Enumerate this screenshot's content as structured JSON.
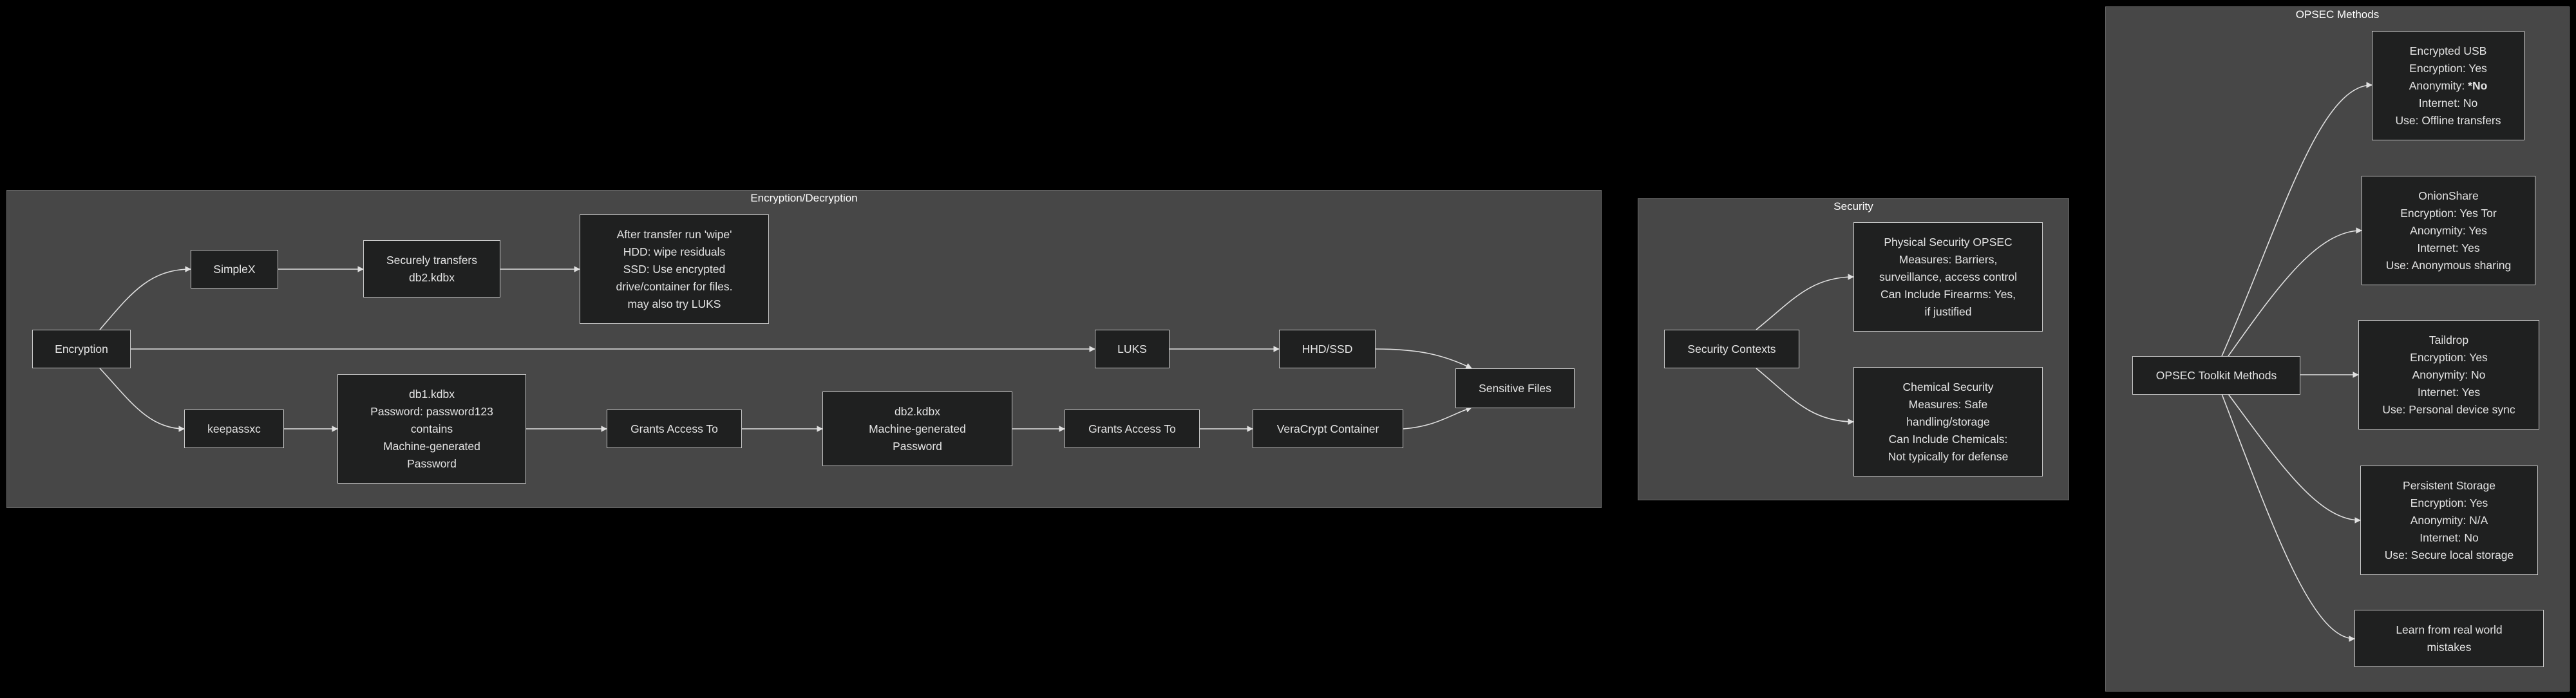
{
  "clusters": {
    "encryption": "Encryption/Decryption",
    "security": "Security",
    "opsec": "OPSEC Methods"
  },
  "nodes": {
    "encryption": [
      "Encryption"
    ],
    "simplex": [
      "SimpleX"
    ],
    "securely_transfers": [
      "Securely transfers",
      "db2.kdbx"
    ],
    "after_transfer": [
      "After transfer run 'wipe'",
      "HDD: wipe residuals",
      "SSD: Use encrypted",
      "drive/container for files.",
      "may also try LUKS"
    ],
    "luks": [
      "LUKS"
    ],
    "hhd_ssd": [
      "HHD/SSD"
    ],
    "sensitive_files": [
      "Sensitive Files"
    ],
    "keepassxc": [
      "keepassxc"
    ],
    "db1": [
      "db1.kdbx",
      "Password: password123",
      "contains",
      "Machine-generated",
      "Password"
    ],
    "grants1": [
      "Grants Access To"
    ],
    "db2": [
      "db2.kdbx",
      "Machine-generated",
      "Password"
    ],
    "grants2": [
      "Grants Access To"
    ],
    "veracrypt": [
      "VeraCrypt Container"
    ],
    "security_contexts": [
      "Security Contexts"
    ],
    "physical_security": [
      "Physical Security OPSEC",
      "Measures: Barriers,",
      "surveillance, access control",
      "Can Include Firearms: Yes,",
      "if justified"
    ],
    "chemical_security": [
      "Chemical Security",
      "Measures: Safe",
      "handling/storage",
      "Can Include Chemicals:",
      "Not typically for defense"
    ],
    "opsec_toolkit": [
      "OPSEC Toolkit Methods"
    ],
    "encrypted_usb": [
      "Encrypted USB",
      "Encryption: Yes",
      "Anonymity: *No",
      "Internet: No",
      "Use: Offline transfers"
    ],
    "onionshare": [
      "OnionShare",
      "Encryption: Yes Tor",
      "Anonymity: Yes",
      "Internet: Yes",
      "Use: Anonymous sharing"
    ],
    "taildrop": [
      "Taildrop",
      "Encryption: Yes",
      "Anonymity: No",
      "Internet: Yes",
      "Use: Personal device sync"
    ],
    "persistent_storage": [
      "Persistent Storage",
      "Encryption: Yes",
      "Anonymity: N/A",
      "Internet: No",
      "Use: Secure local storage"
    ],
    "learn": [
      "Learn from real world",
      "mistakes"
    ]
  },
  "edges": [
    [
      "encryption",
      "simplex"
    ],
    [
      "simplex",
      "securely_transfers"
    ],
    [
      "securely_transfers",
      "after_transfer"
    ],
    [
      "encryption",
      "luks"
    ],
    [
      "luks",
      "hhd_ssd"
    ],
    [
      "hhd_ssd",
      "sensitive_files"
    ],
    [
      "encryption",
      "keepassxc"
    ],
    [
      "keepassxc",
      "db1"
    ],
    [
      "db1",
      "grants1"
    ],
    [
      "grants1",
      "db2"
    ],
    [
      "db2",
      "grants2"
    ],
    [
      "grants2",
      "veracrypt"
    ],
    [
      "veracrypt",
      "sensitive_files"
    ],
    [
      "security_contexts",
      "physical_security"
    ],
    [
      "security_contexts",
      "chemical_security"
    ],
    [
      "opsec_toolkit",
      "encrypted_usb"
    ],
    [
      "opsec_toolkit",
      "onionshare"
    ],
    [
      "opsec_toolkit",
      "taildrop"
    ],
    [
      "opsec_toolkit",
      "persistent_storage"
    ],
    [
      "opsec_toolkit",
      "learn"
    ]
  ]
}
